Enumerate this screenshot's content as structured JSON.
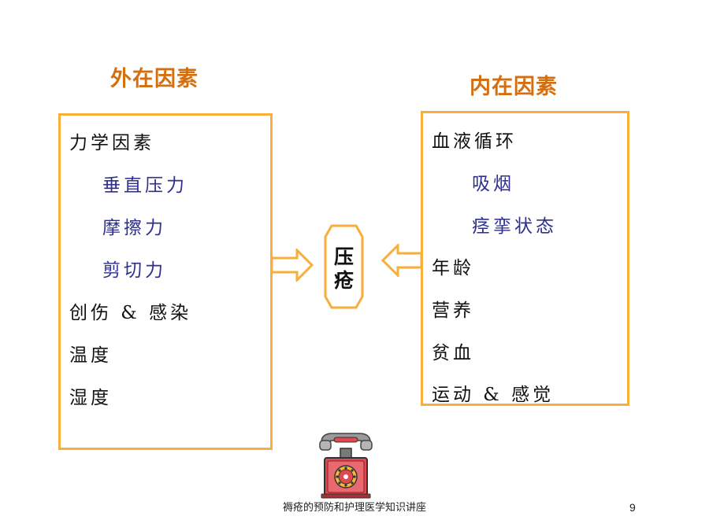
{
  "headings": {
    "external": "外在因素",
    "internal": "内在因素"
  },
  "external_items": [
    "力学因素",
    "垂直压力",
    "摩擦力",
    "剪切力",
    "创伤 & 感染",
    "温度",
    "湿度"
  ],
  "internal_items": [
    "血液循环",
    "吸烟",
    "痉挛状态",
    "年龄",
    "营养",
    "贫血",
    "运动 & 感觉"
  ],
  "center": {
    "line1": "压",
    "line2": "疮"
  },
  "footer": {
    "caption": "褥疮的预防和护理医学知识讲座",
    "page_number": "9"
  },
  "colors": {
    "heading": "#d36f10",
    "box_border": "#f7ae3a",
    "sub_item": "#2e2f8f",
    "phone_body": "#e2484f"
  },
  "icons": {
    "decoration": "telephone-icon"
  }
}
